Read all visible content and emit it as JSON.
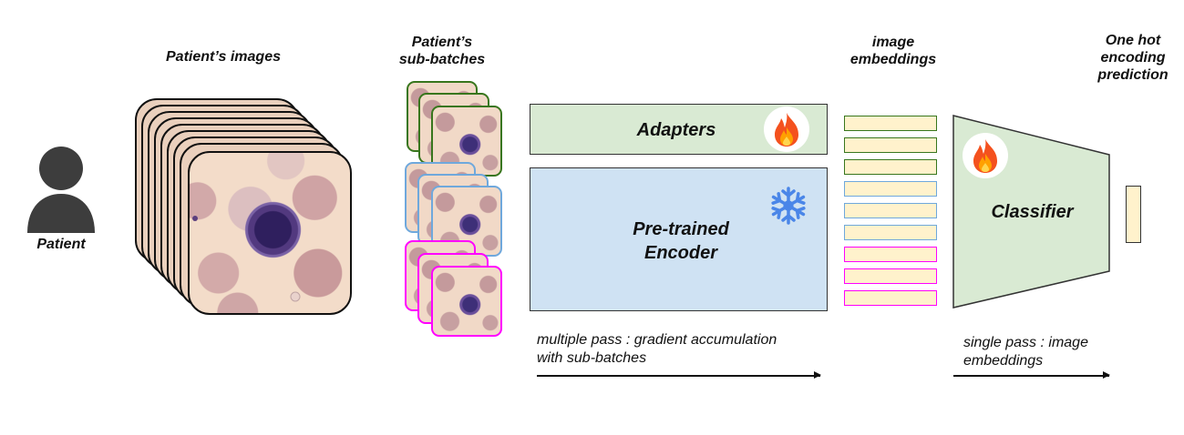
{
  "labels": {
    "patient": "Patient",
    "patients_images": "Patient’s images",
    "patients_sub_batches_1": "Patient’s",
    "patients_sub_batches_2": "sub-batches",
    "image_embeddings_1": "image",
    "image_embeddings_2": "embeddings",
    "one_hot_1": "One hot",
    "one_hot_2": "encoding",
    "one_hot_3": "prediction"
  },
  "blocks": {
    "adapters": "Adapters",
    "encoder_1": "Pre-trained",
    "encoder_2": "Encoder",
    "classifier": "Classifier"
  },
  "captions": {
    "multi_pass_1": "multiple pass : gradient accumulation",
    "multi_pass_2": "with sub-batches",
    "single_pass_1": "single pass : image",
    "single_pass_2": "embeddings"
  },
  "icons": {
    "trainable": "fire-icon",
    "frozen": "snowflake-icon",
    "patient": "person-icon"
  },
  "colors": {
    "adapters_fill": "#d9ead3",
    "encoder_fill": "#cfe2f3",
    "classifier_fill": "#d9ead3",
    "embedding_fill": "#fff2cc",
    "group_green": "#38761d",
    "group_blue": "#6fa8dc",
    "group_magenta": "#ff00ff",
    "snowflake": "#4a86e8"
  }
}
